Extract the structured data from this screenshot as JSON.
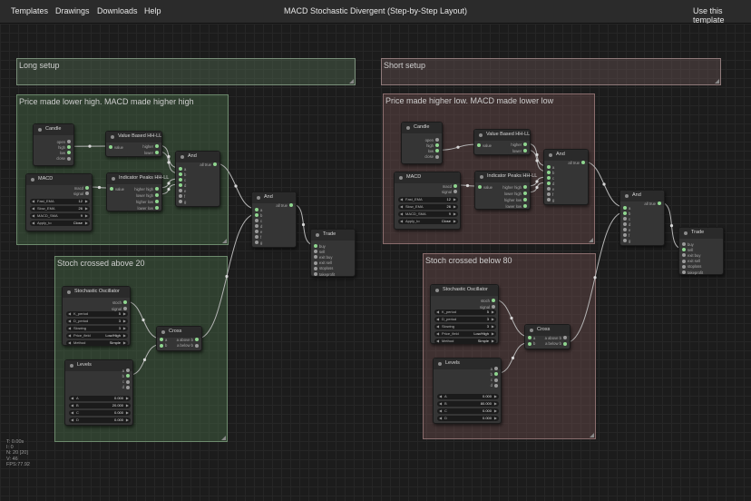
{
  "menu": {
    "templates": "Templates",
    "drawings": "Drawings",
    "downloads": "Downloads",
    "help": "Help"
  },
  "title": "MACD Stochastic Divergent (Step-by-Step Layout)",
  "use_template": "Use this template",
  "groups": {
    "long_setup": "Long setup",
    "short_setup": "Short setup",
    "long_divergence": "Price made lower high. MACD made higher high",
    "short_divergence": "Price made higher low. MACD made lower low",
    "long_stoch": "Stoch crossed above 20",
    "short_stoch": "Stoch crossed below 80"
  },
  "nodes": {
    "candle": {
      "title": "Candle",
      "outputs": [
        "open",
        "high",
        "low",
        "close"
      ]
    },
    "value_hhll": {
      "title": "Value Based HH-LL",
      "input": "value",
      "outputs": [
        "higher",
        "lower"
      ]
    },
    "indicator_hhll": {
      "title": "Indicator Peaks HH-LL",
      "input": "value",
      "outputs": [
        "higher high",
        "lower high",
        "higher low",
        "lower low"
      ]
    },
    "macd": {
      "title": "MACD",
      "outputs": [
        "macd",
        "signal"
      ],
      "fields": [
        {
          "label": "Fast_EMA",
          "value": "12"
        },
        {
          "label": "Slow_EMA",
          "value": "26"
        },
        {
          "label": "MACD_SMA",
          "value": "9"
        },
        {
          "label": "Apply_to",
          "value": "Close"
        }
      ]
    },
    "and1": {
      "title": "And",
      "output": "all true",
      "inputs": [
        "a",
        "b",
        "c",
        "d",
        "e",
        "f",
        "g"
      ]
    },
    "and2": {
      "title": "And",
      "output": "all true",
      "inputs": [
        "a",
        "b",
        "c",
        "d",
        "e",
        "f",
        "g"
      ]
    },
    "trade": {
      "title": "Trade",
      "inputs": [
        "buy",
        "sell",
        "exit buy",
        "exit sell",
        "stoploss",
        "takeprofit"
      ]
    },
    "stochastic": {
      "title": "Stochastic Oscillator",
      "outputs": [
        "stoch",
        "signal"
      ],
      "fields": [
        {
          "label": "K_period",
          "value": "5"
        },
        {
          "label": "D_period",
          "value": "3"
        },
        {
          "label": "Slowing",
          "value": "3"
        },
        {
          "label": "Price_field",
          "value": "Low/High"
        },
        {
          "label": "Method",
          "value": "Simple"
        }
      ]
    },
    "cross": {
      "title": "Cross",
      "inputs": [
        "a",
        "b"
      ],
      "outputs": [
        "a above b",
        "a below b"
      ]
    },
    "levels": {
      "title": "Levels",
      "outputs": [
        "a",
        "b",
        "c",
        "d"
      ]
    }
  },
  "levels_long": [
    {
      "label": "A",
      "value": "0.000"
    },
    {
      "label": "B",
      "value": "20.000"
    },
    {
      "label": "C",
      "value": "0.000"
    },
    {
      "label": "D",
      "value": "0.000"
    }
  ],
  "levels_short": [
    {
      "label": "A",
      "value": "0.000"
    },
    {
      "label": "B",
      "value": "80.000"
    },
    {
      "label": "C",
      "value": "0.000"
    },
    {
      "label": "D",
      "value": "0.000"
    }
  ],
  "stats": [
    "T: 0.00s",
    "I: 0",
    "N: 20 [20]",
    "V: 46",
    "FPS:77.92"
  ],
  "colors": {
    "connected_port": "#8fd68f",
    "long_group": "#4f764f",
    "short_group": "#785555",
    "wire": "#b4b4b4"
  }
}
